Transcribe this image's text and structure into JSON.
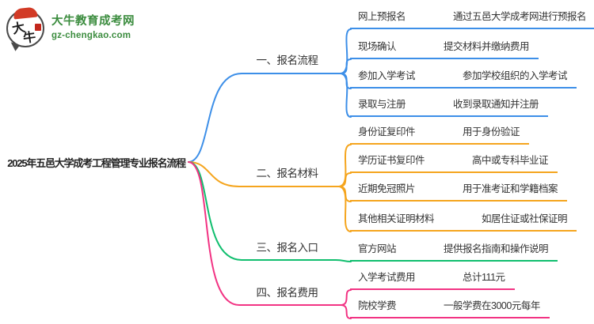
{
  "logo": {
    "icon_text_1": "大",
    "icon_text_2": "牛",
    "site_name": "大牛教育成考网",
    "site_url": "gz-chengkao.com",
    "brand_green": "#3b8c3e",
    "brand_red": "#d23a26"
  },
  "root": {
    "title": "2025年五邑大学成考工程管理专业报名流程"
  },
  "colors": {
    "branch1": "#3d8fe8",
    "branch2": "#f5a51e",
    "branch3": "#10be6e",
    "branch4": "#f23383"
  },
  "branches": [
    {
      "label": "一、报名流程",
      "color": "#3d8fe8",
      "children": [
        {
          "label": "网上预报名",
          "desc": "通过五邑大学成考网进行预报名"
        },
        {
          "label": "现场确认",
          "desc": "提交材料并缴纳费用"
        },
        {
          "label": "参加入学考试",
          "desc": "参加学校组织的入学考试"
        },
        {
          "label": "录取与注册",
          "desc": "收到录取通知并注册"
        }
      ]
    },
    {
      "label": "二、报名材料",
      "color": "#f5a51e",
      "children": [
        {
          "label": "身份证复印件",
          "desc": "用于身份验证"
        },
        {
          "label": "学历证书复印件",
          "desc": "高中或专科毕业证"
        },
        {
          "label": "近期免冠照片",
          "desc": "用于准考证和学籍档案"
        },
        {
          "label": "其他相关证明材料",
          "desc": "如居住证或社保证明"
        }
      ]
    },
    {
      "label": "三、报名入口",
      "color": "#10be6e",
      "children": [
        {
          "label": "官方网站",
          "desc": "提供报名指南和操作说明"
        }
      ]
    },
    {
      "label": "四、报名费用",
      "color": "#f23383",
      "children": [
        {
          "label": "入学考试费用",
          "desc": "总计111元"
        },
        {
          "label": "院校学费",
          "desc": "一般学费在3000元每年"
        }
      ]
    }
  ]
}
